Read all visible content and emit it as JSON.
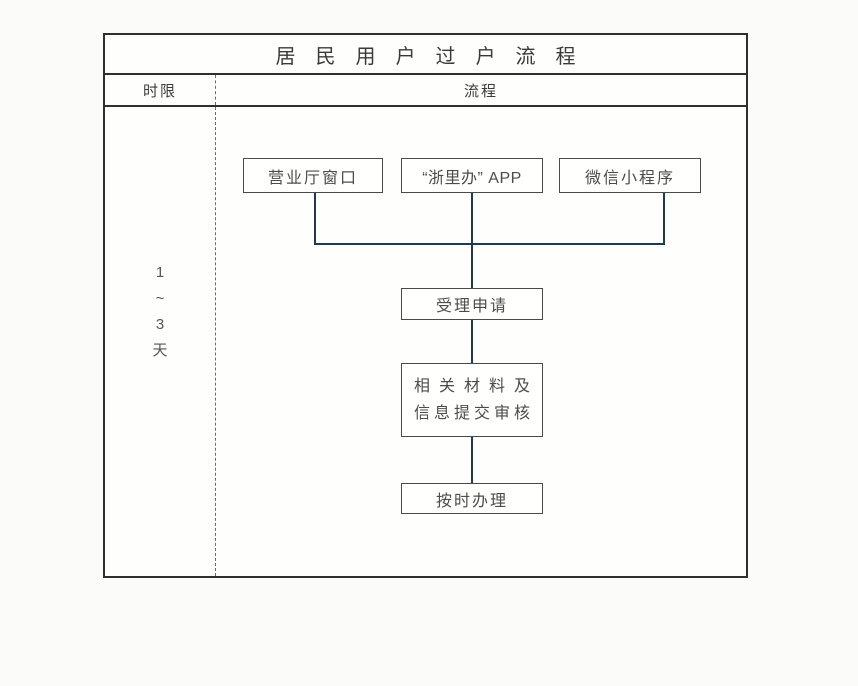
{
  "table": {
    "title": "居民用户过户流程",
    "columns": {
      "time_limit": "时限",
      "process": "流程"
    },
    "time_limit": {
      "lines": [
        "1",
        "~",
        "3",
        "天"
      ]
    },
    "flow": {
      "channels": [
        "营业厅窗口",
        "“浙里办” APP",
        "微信小程序"
      ],
      "accept": "受理申请",
      "review_line1": "相关材料及",
      "review_line2": "信息提交审核",
      "handle": "按时办理"
    }
  },
  "colors": {
    "line": "#2f2f2f",
    "boxline": "#4a4a4a",
    "connector": "#1e3a52",
    "text": "#4c4c4c",
    "dash": "#6b6b6b"
  }
}
